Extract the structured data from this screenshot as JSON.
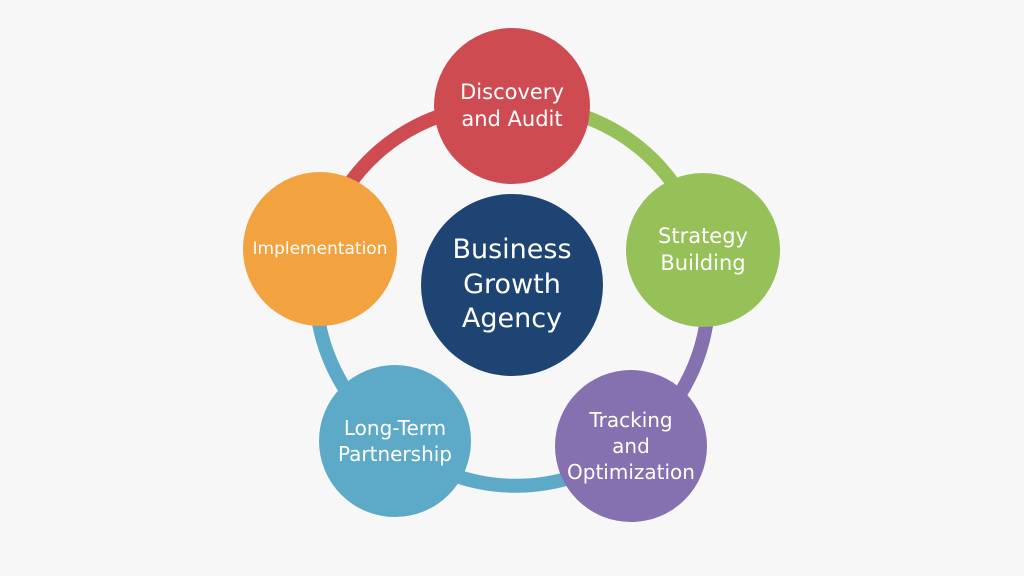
{
  "diagram": {
    "type": "cycle",
    "center": {
      "label_lines": [
        "Business",
        "Growth",
        "Agency"
      ],
      "color": "#1d4472"
    },
    "nodes": [
      {
        "id": "discovery",
        "label_lines": [
          "Discovery",
          "and Audit"
        ],
        "color": "#cf4b52"
      },
      {
        "id": "strategy",
        "label_lines": [
          "Strategy",
          "Building"
        ],
        "color": "#95c158"
      },
      {
        "id": "tracking",
        "label_lines": [
          "Tracking",
          "and",
          "Optimization"
        ],
        "color": "#8570b0"
      },
      {
        "id": "longterm",
        "label_lines": [
          "Long-Term",
          "Partnership"
        ],
        "color": "#5daac8"
      },
      {
        "id": "implementation",
        "label_lines": [
          "Implementation"
        ],
        "color": "#f3a240"
      }
    ],
    "background": "#f7f7f8"
  }
}
